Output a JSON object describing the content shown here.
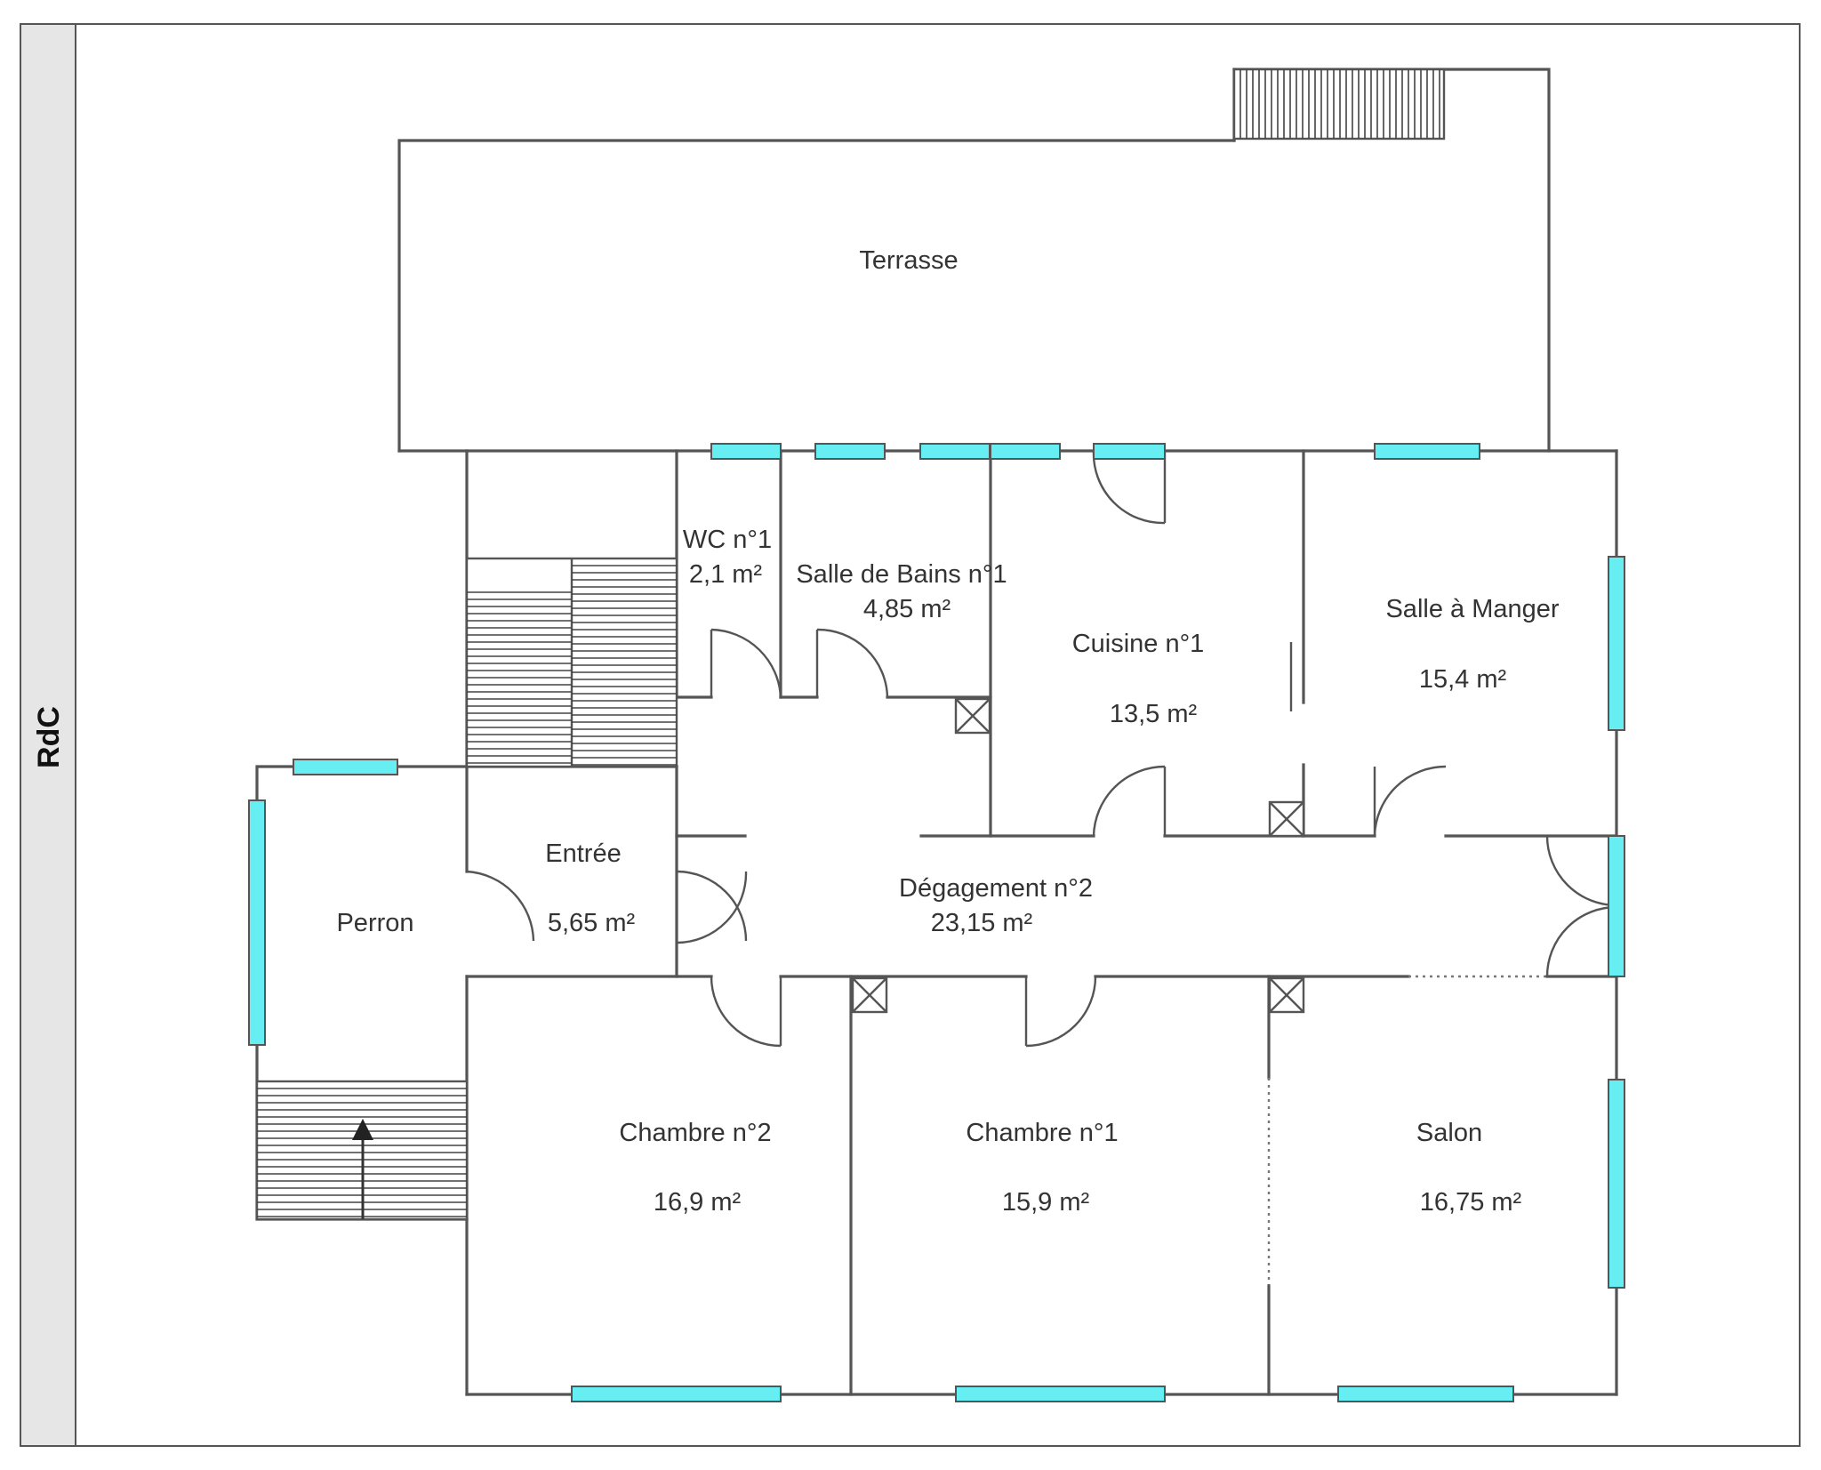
{
  "level": "RdC",
  "rooms": {
    "terrasse": {
      "name": "Terrasse"
    },
    "wc1": {
      "name": "WC n°1",
      "area": "2,1  m²"
    },
    "sdb1": {
      "name": "Salle de Bains n°1",
      "area": "4,85  m²"
    },
    "cuisine1": {
      "name": "Cuisine n°1",
      "area": "13,5  m²"
    },
    "salle_manger": {
      "name": "Salle à Manger",
      "area": "15,4  m²"
    },
    "entree": {
      "name": "Entrée",
      "area": "5,65  m²"
    },
    "perron": {
      "name": "Perron"
    },
    "degagement2": {
      "name": "Dégagement n°2",
      "area": "23,15  m²"
    },
    "chambre2": {
      "name": "Chambre n°2",
      "area": "16,9  m²"
    },
    "chambre1": {
      "name": "Chambre n°1",
      "area": "15,9  m²"
    },
    "salon": {
      "name": "Salon",
      "area": "16,75  m²"
    }
  },
  "colors": {
    "window": "#66eef2",
    "wall": "#555555",
    "sidebar": "#e6e6e6"
  }
}
